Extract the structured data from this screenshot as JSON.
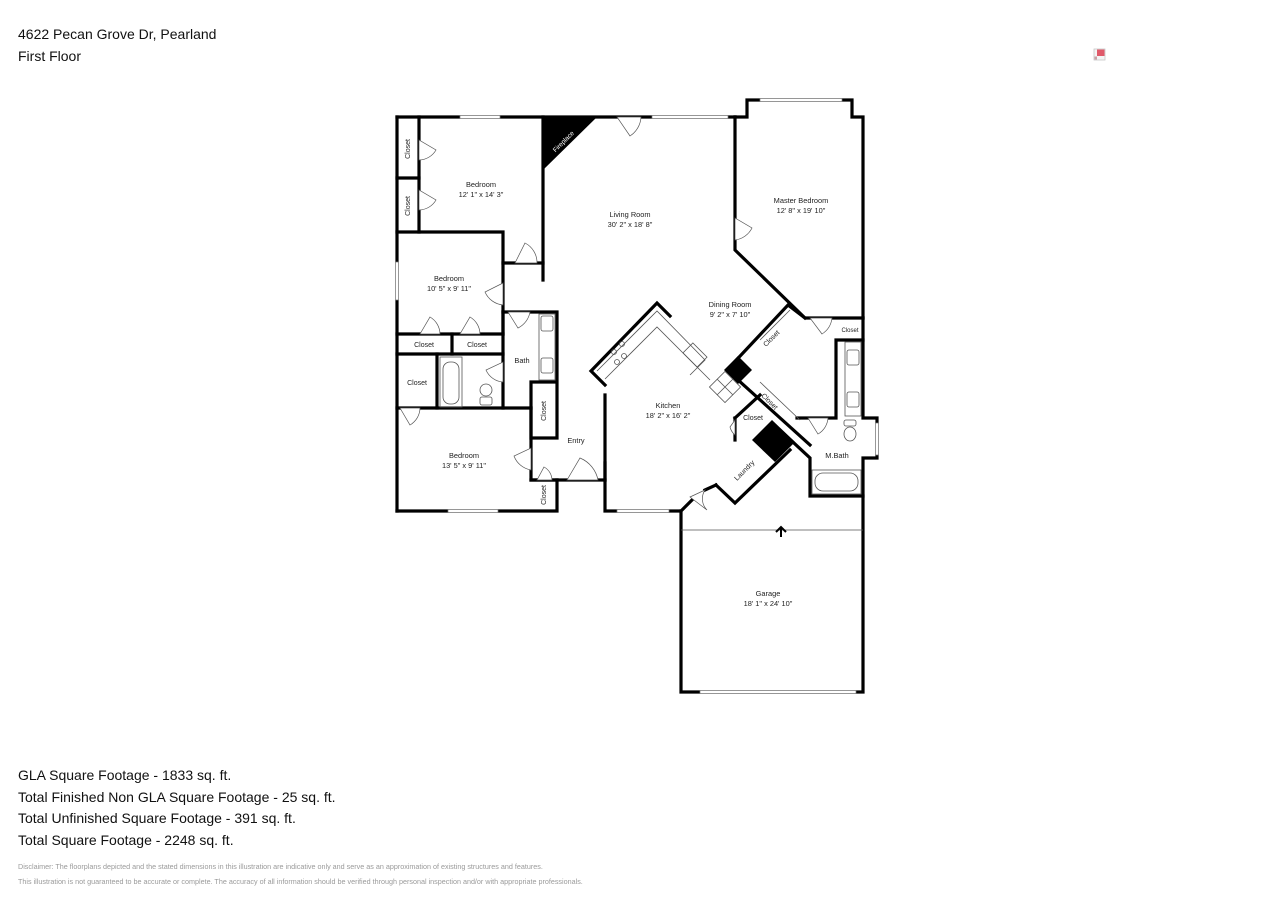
{
  "header": {
    "address": "4622 Pecan Grove Dr, Pearland",
    "floor": "First Floor"
  },
  "logo": {
    "icon": "brand-logo-icon",
    "colors": [
      "#e05a6a",
      "#c7c7c7"
    ]
  },
  "rooms": {
    "bedroom_nw": {
      "name": "Bedroom",
      "dims": "12' 1\" x 14' 3\""
    },
    "bedroom_w": {
      "name": "Bedroom",
      "dims": "10' 5\" x 9' 11\""
    },
    "bedroom_sw": {
      "name": "Bedroom",
      "dims": "13' 5\" x 9' 11\""
    },
    "living": {
      "name": "Living Room",
      "dims": "30' 2\" x 18' 8\""
    },
    "master": {
      "name": "Master Bedroom",
      "dims": "12' 8\" x 19' 10\""
    },
    "dining": {
      "name": "Dining Room",
      "dims": "9' 2\" x 7' 10\""
    },
    "kitchen": {
      "name": "Kitchen",
      "dims": "18' 2\" x 16' 2\""
    },
    "garage": {
      "name": "Garage",
      "dims": "18' 1\" x 24' 10\""
    },
    "bath": {
      "name": "Bath"
    },
    "mbath": {
      "name": "M.Bath"
    },
    "entry": {
      "name": "Entry"
    },
    "laundry": {
      "name": "Laundry"
    },
    "fireplace": {
      "name": "Fireplace"
    },
    "closet": {
      "name": "Closet"
    }
  },
  "stats": [
    "GLA Square Footage - 1833 sq. ft.",
    "Total Finished Non GLA Square Footage - 25 sq. ft.",
    "Total Unfinished Square Footage - 391 sq. ft.",
    "Total Square Footage - 2248 sq. ft."
  ],
  "disclaimer": [
    "Disclaimer: The floorplans depicted and the stated dimensions in this illustration are indicative only and serve as an approximation of existing structures and features.",
    "This illustration is not guaranteed to be accurate or complete. The accuracy of all information should be verified through personal inspection and/or with appropriate professionals."
  ]
}
